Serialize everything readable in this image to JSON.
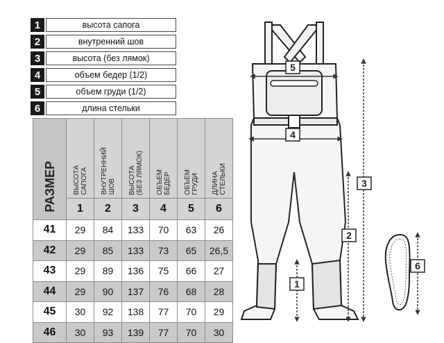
{
  "legend": [
    {
      "num": "1",
      "label": "высота сапога"
    },
    {
      "num": "2",
      "label": "внутренний шов"
    },
    {
      "num": "3",
      "label": "высота (без лямок)"
    },
    {
      "num": "4",
      "label": "объем бедер (1/2)"
    },
    {
      "num": "5",
      "label": "объем груди (1/2)"
    },
    {
      "num": "6",
      "label": "длина стельки"
    }
  ],
  "table": {
    "size_header": "РАЗМЕР",
    "columns": [
      {
        "title": "высота\nсапога",
        "num": "1"
      },
      {
        "title": "внутренний\nшов",
        "num": "2"
      },
      {
        "title": "высота\n(без лямок)",
        "num": "3"
      },
      {
        "title": "объем\nбедер",
        "num": "4"
      },
      {
        "title": "объем\nгруди",
        "num": "5"
      },
      {
        "title": "длина\nстельки",
        "num": "6"
      }
    ],
    "rows": [
      {
        "size": "41",
        "values": [
          "29",
          "84",
          "133",
          "70",
          "63",
          "26"
        ]
      },
      {
        "size": "42",
        "values": [
          "29",
          "85",
          "133",
          "73",
          "65",
          "26,5"
        ]
      },
      {
        "size": "43",
        "values": [
          "29",
          "89",
          "136",
          "75",
          "66",
          "27"
        ]
      },
      {
        "size": "44",
        "values": [
          "29",
          "90",
          "137",
          "76",
          "68",
          "28"
        ]
      },
      {
        "size": "45",
        "values": [
          "30",
          "92",
          "138",
          "77",
          "70",
          "29"
        ]
      },
      {
        "size": "46",
        "values": [
          "30",
          "93",
          "139",
          "77",
          "70",
          "30"
        ]
      }
    ]
  },
  "figure": {
    "markers": [
      "1",
      "2",
      "3",
      "4",
      "5",
      "6"
    ]
  }
}
